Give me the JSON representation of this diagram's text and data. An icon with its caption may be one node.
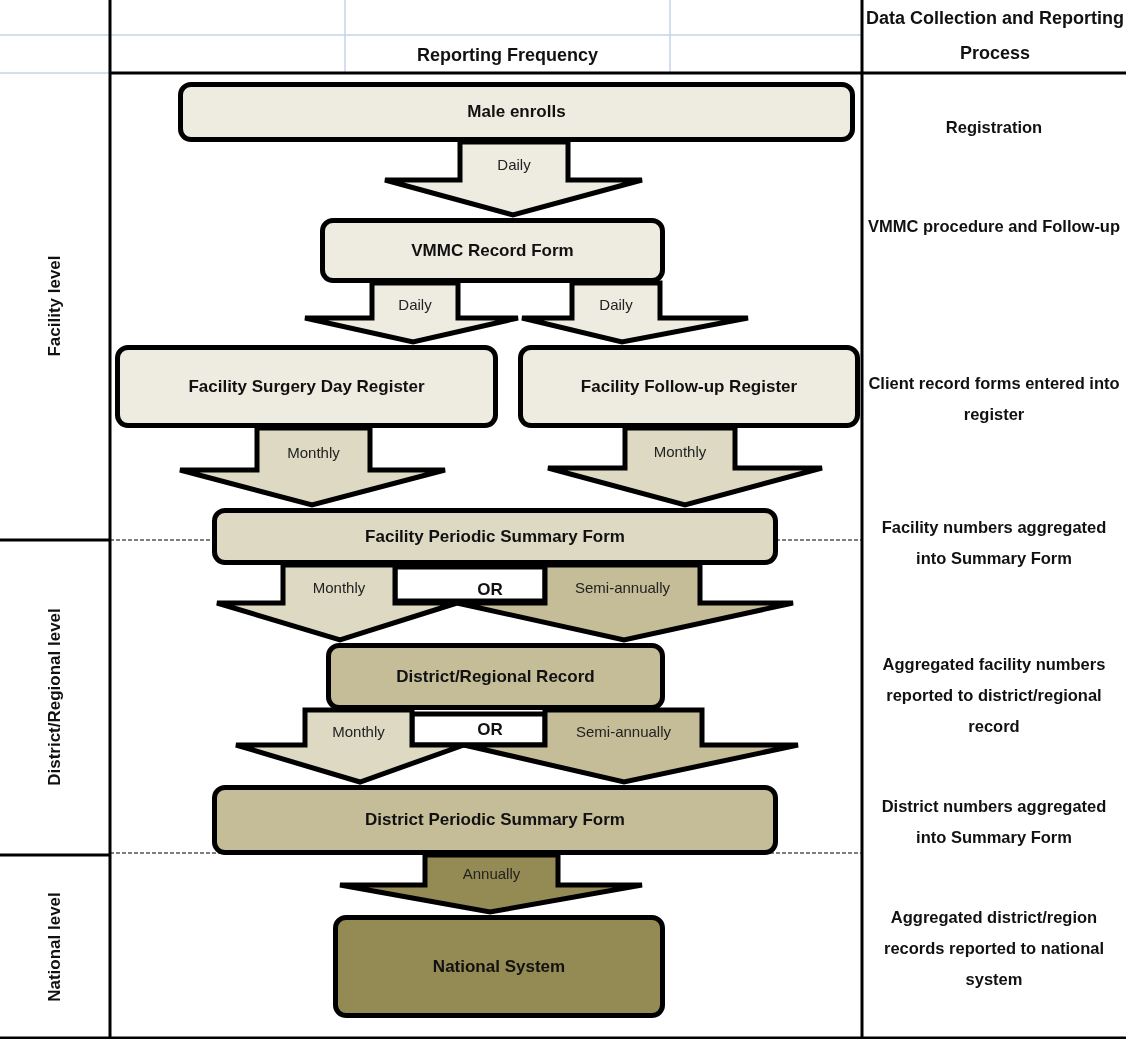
{
  "diagram": {
    "nodes": [
      {
        "text": [
          "Male enrolls"
        ]
      },
      {
        "text": [
          "VMMC Record Form"
        ]
      },
      {
        "text": [
          "Facility Surgery Day Register"
        ]
      },
      {
        "text": [
          "Facility Follow-up Register"
        ]
      },
      {
        "text": [
          "Facility Periodic Summary Form"
        ]
      },
      {
        "text": [
          "District/Regional Record"
        ]
      },
      {
        "text": [
          "District Periodic Summary Form"
        ]
      },
      {
        "text": [
          "National System"
        ]
      }
    ],
    "edges": [
      {
        "from": 0,
        "to": 1,
        "arrow": "to",
        "label": "Daily",
        "color": "#eeece1"
      },
      {
        "from": 1,
        "to": 2,
        "arrow": "to",
        "label": "Daily",
        "color": "#eeece1"
      },
      {
        "from": 1,
        "to": 3,
        "arrow": "to",
        "label": "Daily",
        "color": "#eeece1"
      },
      {
        "from": 2,
        "to": 4,
        "arrow": "to",
        "label": "Monthly"
      },
      {
        "from": 3,
        "to": 4,
        "arrow": "to",
        "label": "Monthly"
      },
      {
        "from": 4,
        "to": 5,
        "arrow": "to",
        "label": "Monthly"
      },
      {
        "from": 4,
        "to": 5,
        "arrow": "to",
        "label": "Semi-annually",
        "color": "#c4bd97"
      },
      {
        "from": 5,
        "to": 6,
        "arrow": "to",
        "label": "Monthly"
      },
      {
        "from": 5,
        "to": 6,
        "arrow": "to",
        "label": "Semi-annually",
        "color": "#c4bd97"
      },
      {
        "from": 6,
        "to": 7,
        "arrow": "to",
        "label": "Annually",
        "color": "#948a54"
      }
    ],
    "labels": [
      "Reporting Frequency",
      "Data Collection and Reporting Process",
      "Facility level",
      "District/Regional level",
      "National level",
      "Registration",
      "VMMC procedure and Follow-up",
      "Client record forms entered into register",
      "Facility numbers aggregated into Summary Form",
      "OR",
      "Aggregated facility numbers reported to district/regional record",
      "OR",
      "District numbers aggregated into Summary Form",
      "Aggregated district/region records reported to national system"
    ]
  }
}
